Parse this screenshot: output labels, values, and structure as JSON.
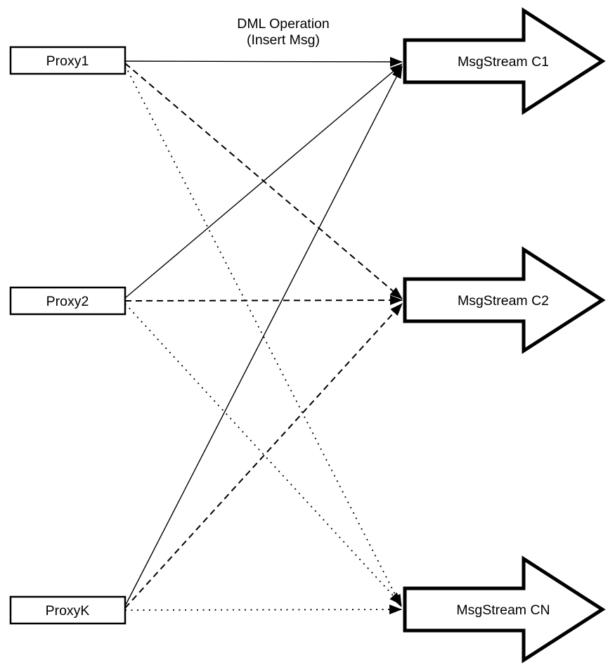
{
  "diagram": {
    "title": {
      "line1": "DML Operation",
      "line2": "(Insert Msg)"
    },
    "proxies": [
      {
        "id": "proxy1",
        "label": "Proxy1"
      },
      {
        "id": "proxy2",
        "label": "Proxy2"
      },
      {
        "id": "proxyk",
        "label": "ProxyK"
      }
    ],
    "streams": [
      {
        "id": "msgstream-c1",
        "label": "MsgStream C1"
      },
      {
        "id": "msgstream-c2",
        "label": "MsgStream C2"
      },
      {
        "id": "msgstream-cn",
        "label": "MsgStream CN"
      }
    ],
    "edges": [
      {
        "from": "Proxy1",
        "to": "MsgStream C1",
        "style": "solid"
      },
      {
        "from": "Proxy1",
        "to": "MsgStream C2",
        "style": "dashed"
      },
      {
        "from": "Proxy1",
        "to": "MsgStream CN",
        "style": "dotted"
      },
      {
        "from": "Proxy2",
        "to": "MsgStream C1",
        "style": "solid"
      },
      {
        "from": "Proxy2",
        "to": "MsgStream C2",
        "style": "dashed"
      },
      {
        "from": "Proxy2",
        "to": "MsgStream CN",
        "style": "dotted"
      },
      {
        "from": "ProxyK",
        "to": "MsgStream C1",
        "style": "solid"
      },
      {
        "from": "ProxyK",
        "to": "MsgStream C2",
        "style": "dashed"
      },
      {
        "from": "ProxyK",
        "to": "MsgStream CN",
        "style": "dotted"
      }
    ],
    "colors": {
      "stroke": "#000000",
      "fill": "#ffffff"
    }
  }
}
